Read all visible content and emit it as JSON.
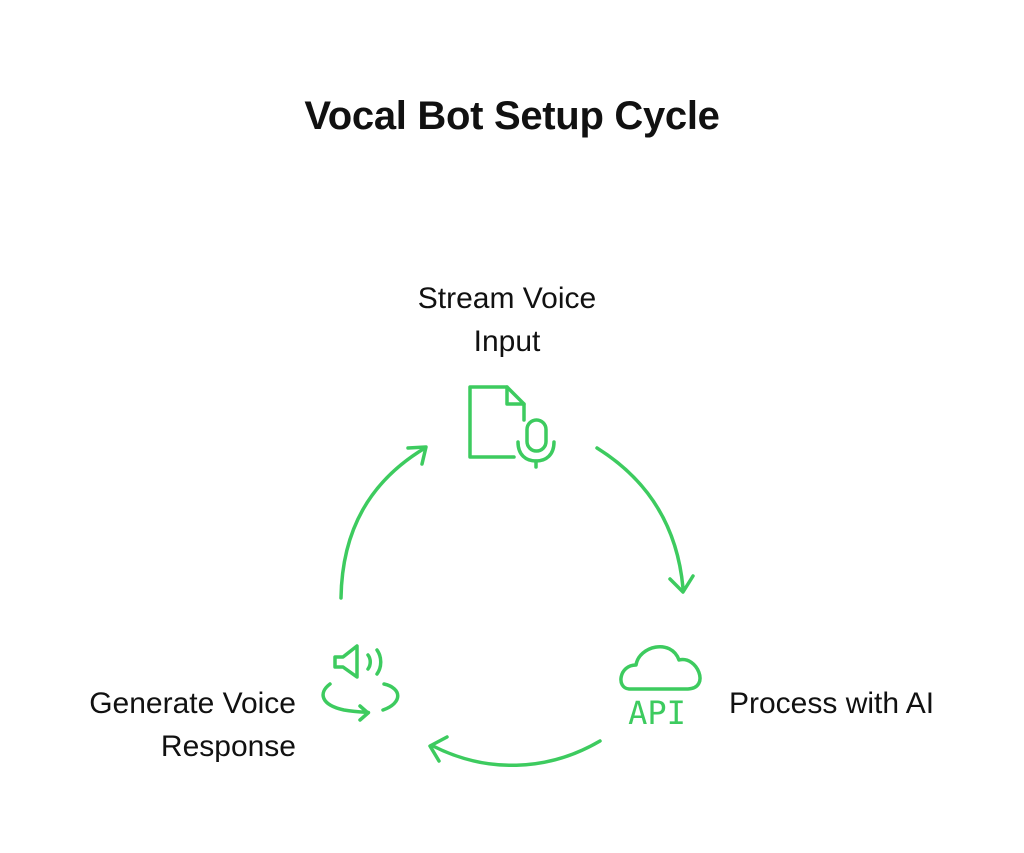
{
  "diagram": {
    "title": "Vocal Bot Setup Cycle",
    "colors": {
      "accent": "#3dcb5f",
      "text": "#111111",
      "background": "#ffffff"
    },
    "nodes": [
      {
        "id": "stream",
        "label_lines": [
          "Stream Voice",
          "Input"
        ],
        "icon": "file-microphone-icon"
      },
      {
        "id": "process",
        "label_lines": [
          "Process with AI"
        ],
        "icon": "cloud-api-icon",
        "icon_text": "API"
      },
      {
        "id": "generate",
        "label_lines": [
          "Generate Voice",
          "Response"
        ],
        "icon": "speaker-cycle-icon"
      }
    ],
    "edges": [
      {
        "from": "stream",
        "to": "process"
      },
      {
        "from": "process",
        "to": "generate"
      },
      {
        "from": "generate",
        "to": "stream"
      }
    ]
  }
}
